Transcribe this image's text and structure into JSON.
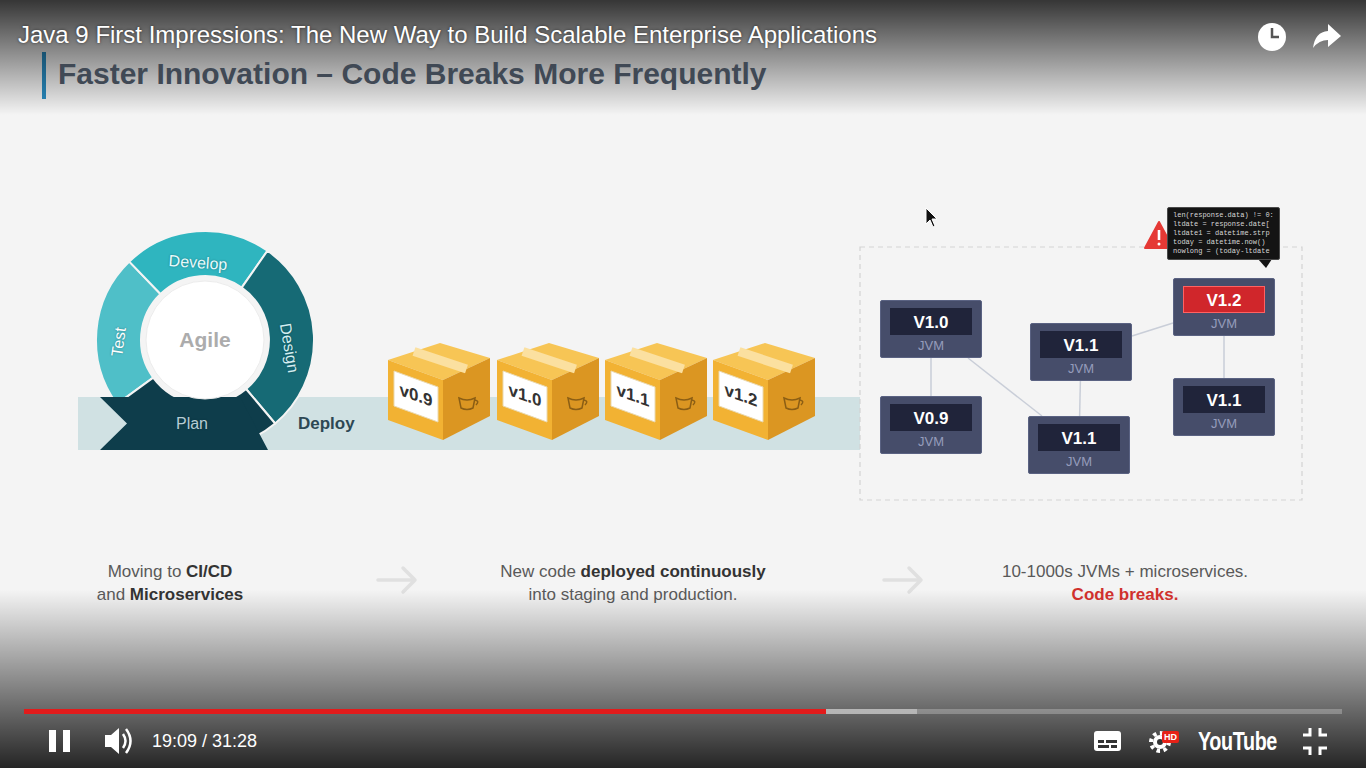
{
  "diagram": {
    "title": "Faster Innovation – Code Breaks More Frequently",
    "nodes": [
      {
        "text": [
          "Develop"
        ]
      },
      {
        "text": [
          "Test"
        ]
      },
      {
        "text": [
          "Agile"
        ]
      },
      {
        "text": [
          "Design"
        ]
      },
      {
        "text": [
          "Plan"
        ]
      },
      {
        "text": [
          "Deploy"
        ]
      },
      {
        "text": [
          "v0.9"
        ]
      },
      {
        "text": [
          "v1.0"
        ]
      },
      {
        "text": [
          "v1.1"
        ]
      },
      {
        "text": [
          "v1.2"
        ]
      },
      {
        "text": [
          "V1.0",
          "JVM"
        ]
      },
      {
        "text": [
          "V0.9",
          "JVM"
        ]
      },
      {
        "text": [
          "V1.1",
          "JVM"
        ]
      },
      {
        "text": [
          "V1.1",
          "JVM"
        ]
      },
      {
        "text": [
          "len(response.data) != 0:",
          "ltdate = response.date[",
          "ltdate1 = datetime.strp",
          "today = datetime.now()",
          "nowlong = (today-ltdate"
        ]
      },
      {
        "text": [
          "V1.2",
          "JVM"
        ]
      },
      {
        "text": [
          "V1.1",
          "JVM"
        ]
      }
    ],
    "edges": [
      {
        "from": 10,
        "to": 11,
        "arrow": "none"
      },
      {
        "from": 10,
        "to": 13,
        "arrow": "none"
      },
      {
        "from": 12,
        "to": 13,
        "arrow": "none"
      },
      {
        "from": 12,
        "to": 15,
        "arrow": "none"
      },
      {
        "from": 15,
        "to": 16,
        "arrow": "none"
      }
    ],
    "labels": [
      "Java 9 First Impressions: The New Way to Build Scalable Enterprise Applications",
      "Moving to CI/CD and Microservices",
      "New code deployed continuously into staging and production.",
      "10-1000s JVMs + microservices. Code breaks.",
      "19:09 / 31:28",
      "HD",
      "YouTube"
    ]
  }
}
